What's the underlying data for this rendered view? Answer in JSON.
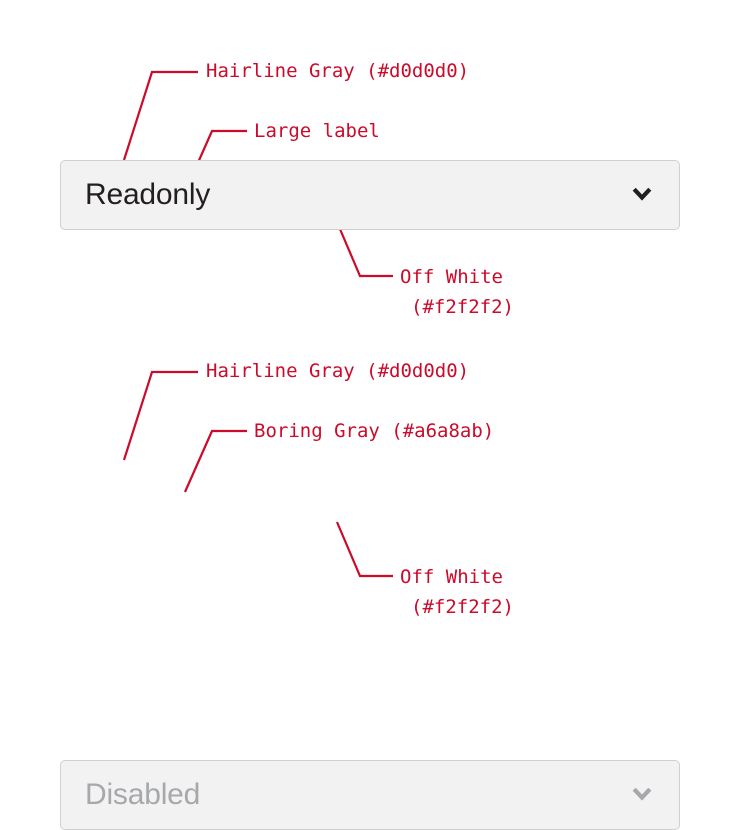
{
  "palette": {
    "annotation_red": "#cc0a2a",
    "hairline_gray": "#d0d0d0",
    "off_white": "#f2f2f2",
    "boring_gray": "#a6a8ab",
    "text_dark": "#231f20",
    "page_background": "#ffffff"
  },
  "groups": [
    {
      "id": "readonly",
      "field": {
        "value": "Readonly",
        "chevron_icon": "chevron-down-icon"
      },
      "annotations": [
        {
          "id": "border",
          "text": "Hairline Gray (#d0d0d0)"
        },
        {
          "id": "label",
          "text": "Large label"
        },
        {
          "id": "fill_line1",
          "text": "Off White"
        },
        {
          "id": "fill_line2",
          "text": "(#f2f2f2)"
        }
      ]
    },
    {
      "id": "disabled",
      "field": {
        "value": "Disabled",
        "chevron_icon": "chevron-down-icon"
      },
      "annotations": [
        {
          "id": "border",
          "text": "Hairline Gray (#d0d0d0)"
        },
        {
          "id": "label",
          "text": "Boring Gray (#a6a8ab)"
        },
        {
          "id": "fill_line1",
          "text": "Off White"
        },
        {
          "id": "fill_line2",
          "text": "(#f2f2f2)"
        }
      ]
    }
  ]
}
